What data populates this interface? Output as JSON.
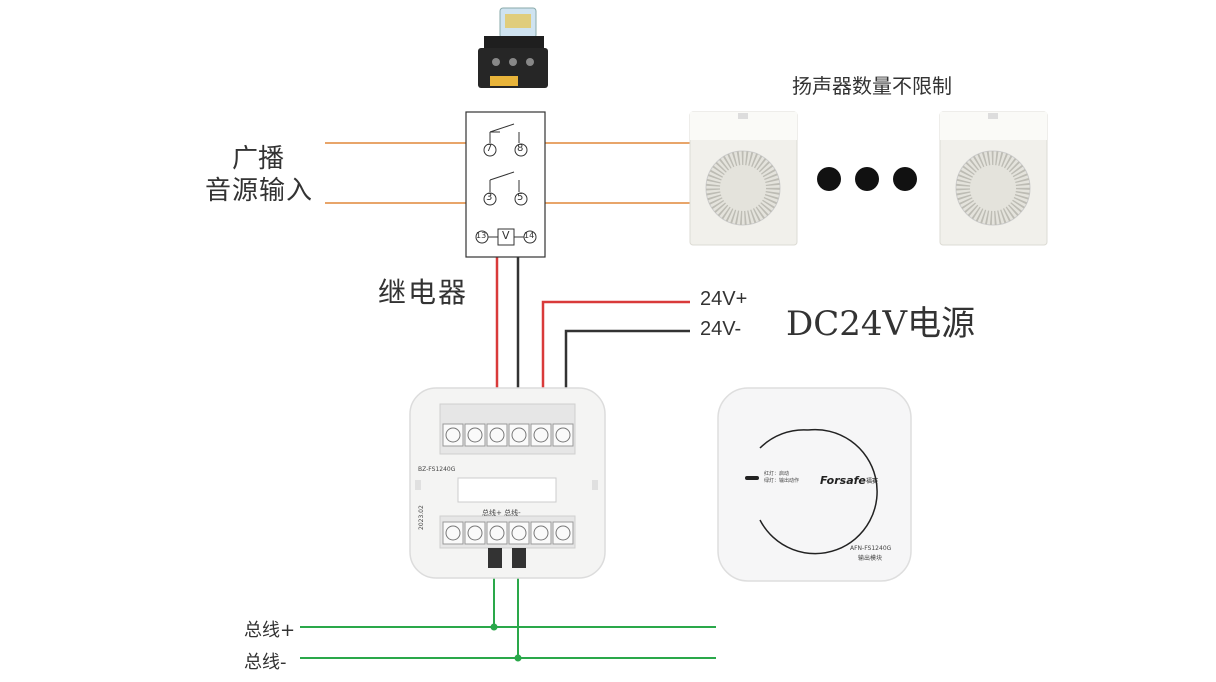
{
  "labels": {
    "audio_input_line1": "广播",
    "audio_input_line2": "音源输入",
    "relay": "继电器",
    "speaker_note": "扬声器数量不限制",
    "v24_plus": "24V+",
    "v24_minus": "24V-",
    "dc_power": "DC24V电源",
    "bus_plus": "总线+",
    "bus_minus": "总线-"
  },
  "relay_terminals": {
    "t7": "7",
    "t8": "8",
    "t3": "3",
    "t5": "5",
    "t13": "13",
    "t14": "14",
    "coil": "V"
  },
  "module_base": {
    "model": "BZ-FS1240G",
    "bus_terms": "总线+  总线-",
    "date": "2023.02"
  },
  "module_cover": {
    "brand": "Forsafe",
    "brand_cn": "福赛",
    "indicator_text1": "红灯：启动",
    "indicator_text2": "绿灯：输出动作",
    "model": "AFN-FS1240G",
    "name": "输出模块"
  },
  "colors": {
    "audio_line": "#e8a56a",
    "positive_wire": "#d93a3a",
    "negative_wire": "#333333",
    "bus_wire": "#2aa84a"
  }
}
